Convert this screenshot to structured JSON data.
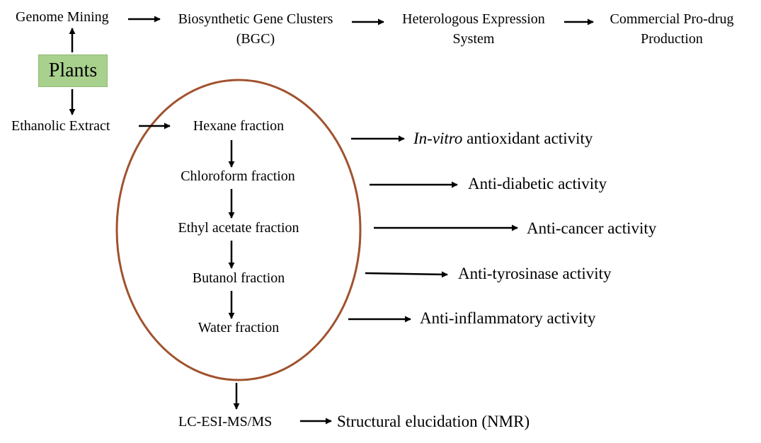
{
  "top_flow": {
    "genome_mining": "Genome Mining",
    "bgc_line1": "Biosynthetic Gene Clusters",
    "bgc_line2": "(BGC)",
    "hetero_line1": "Heterologous Expression",
    "hetero_line2": "System",
    "commercial_line1": "Commercial Pro-drug",
    "commercial_line2": "Production"
  },
  "plants": "Plants",
  "ethanolic_extract": "Ethanolic Extract",
  "fractions": {
    "hexane": "Hexane fraction",
    "chloroform": "Chloroform  fraction",
    "ethyl_acetate": "Ethyl acetate fraction",
    "butanol": "Butanol fraction",
    "water": "Water fraction"
  },
  "activities": {
    "antioxidant_italic": "In-vitro",
    "antioxidant_rest": " antioxidant activity",
    "antidiabetic": "Anti-diabetic activity",
    "anticancer": "Anti-cancer activity",
    "antityrosinase": "Anti-tyrosinase activity",
    "antiinflammatory": "Anti-inflammatory activity"
  },
  "bottom_flow": {
    "lcms": "LC-ESI-MS/MS",
    "structural": "Structural elucidation (NMR)"
  },
  "colors": {
    "ellipse_stroke": "#a0522d",
    "plants_fill": "#a9d18e",
    "arrow": "#000000"
  }
}
